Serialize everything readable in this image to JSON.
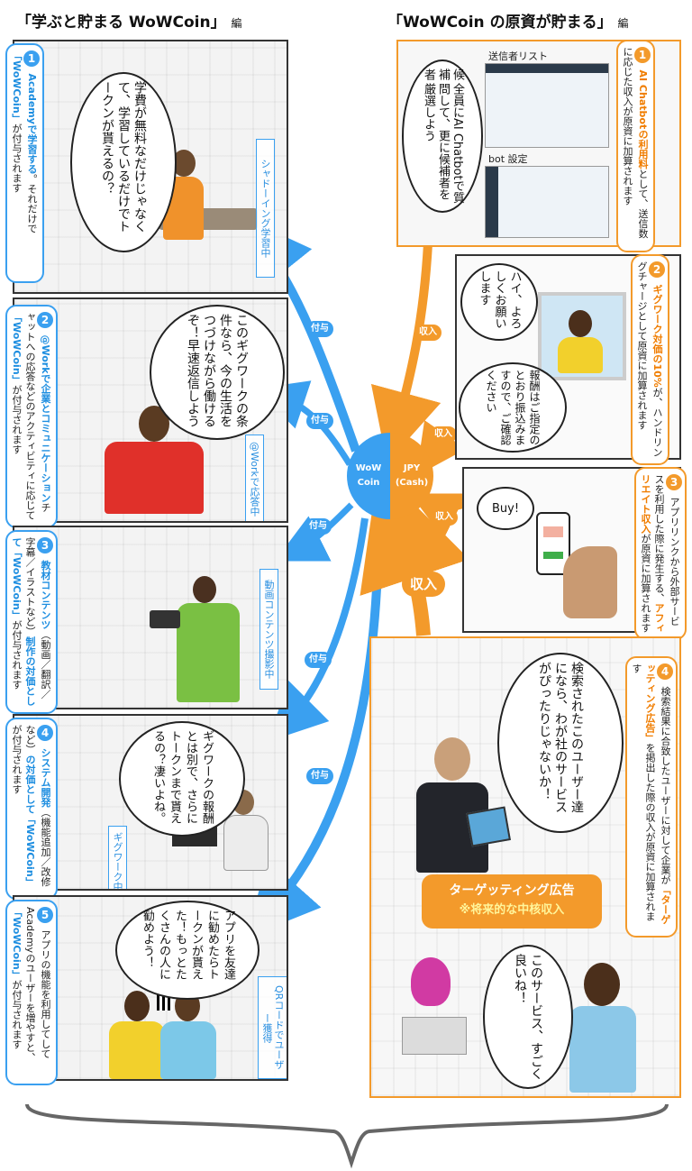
{
  "titles": {
    "left": "「学ぶと貯まる WoWCoin」",
    "left_suffix": "編",
    "right": "「WoWCoin の原資が貯まる」",
    "right_suffix": "編"
  },
  "coin": {
    "left_l1": "WoW",
    "left_l2": "Coin",
    "right_l1": "JPY",
    "right_l2": "(Cash)"
  },
  "arrows": {
    "left_label": "付与",
    "right_label": "収入",
    "big_right_label": "収入"
  },
  "left_panels": [
    {
      "num": "1",
      "desc_hl": "Academyで学習する",
      "desc_rest1": "。それだけで",
      "desc_hl2": "「WoWCoin」",
      "desc_rest2": "が付与されます",
      "tag": "シャドーイング学習中",
      "bubble": "学費が無料なだけじゃなくて、学習しているだけでトークンが貰えるの？"
    },
    {
      "num": "2",
      "desc_hl": "@Workで企業とコミュニケーション",
      "desc_rest1": "チャットへの応答などのアクティビティに応じて",
      "desc_hl2": "「WoWCoin」",
      "desc_rest2": "が付与されます",
      "tag": "@Workで応答中",
      "bubble": "このギグワークの条件なら、今の生活をつづけながら働けるぞ！早速返信しよう"
    },
    {
      "num": "3",
      "desc_hl": "教材コンテンツ",
      "desc_rest1": "（動画／翻訳／字幕／イラストなど）",
      "desc_hl2": "制作の対価として「WoWCoin」",
      "desc_rest2": "が付与されます",
      "tag": "動画コンテンツ撮影中",
      "bubble": ""
    },
    {
      "num": "4",
      "desc_hl": "システム開発",
      "desc_rest1": "（機能追加／改修など）",
      "desc_hl2": "の対価として「WoWCoin」",
      "desc_rest2": "が付与されます",
      "tag": "ギグワーク中",
      "bubble": "ギグワークの報酬とは別で、さらにトークンまで貰えるの？凄いよね。"
    },
    {
      "num": "5",
      "desc_hl": "",
      "desc_rest1": "アプリの機能を利用してしてAcademyのユーザーを増やすと、",
      "desc_hl2": "「WoWCoin」",
      "desc_rest2": "が付与されます",
      "tag": "QRコードでユーザー獲得",
      "bubble": "アプリを友達に勧めたらトークンが貰えた！もっとたくさんの人に勧めよう！"
    }
  ],
  "right_panels": [
    {
      "num": "1",
      "desc_hl": "AI Chatbotの利用料",
      "desc_rest": "として、送信数に応じた収入が原資に加算されます",
      "bubble": "全員にAI Chatbotで質問して、更に候補者を厳選しよう",
      "bubble_top": "候補者",
      "shot1_label": "送信者リスト",
      "shot2_label": "bot 設定"
    },
    {
      "num": "2",
      "desc_hl": "ギグワーク対価の10%",
      "desc_rest": "が、ハンドリングチャージとして原資に加算されます",
      "bubble1": "ハイ、よろしくお願いします",
      "bubble2": "報酬はご指定のとおり振込みますので、ご確認ください"
    },
    {
      "num": "3",
      "desc_rest_a": "アプリリンクから外部サービスを利用した際に発生する、",
      "desc_hl": "アフィリエイト収入",
      "desc_rest": "が原資に加算されます",
      "bubble": "Buy!"
    },
    {
      "num": "4",
      "desc_rest_a": "検索結果に合致したユーザーに対して企業が",
      "desc_hl": "「ターゲッティング広告」",
      "desc_rest": "を掲出した際の収入が原資に加算されます",
      "bubble1": "検索されたこのユーザー達になら、わが社のサービスがぴったりじゃないか！",
      "bubble2": "このサービス、すごく良いね！",
      "ad_title": "ターゲッティング広告",
      "ad_sub": "※将来的な中核収入"
    }
  ],
  "colors": {
    "blue": "#3aa0f0",
    "orange": "#f39a2b"
  }
}
